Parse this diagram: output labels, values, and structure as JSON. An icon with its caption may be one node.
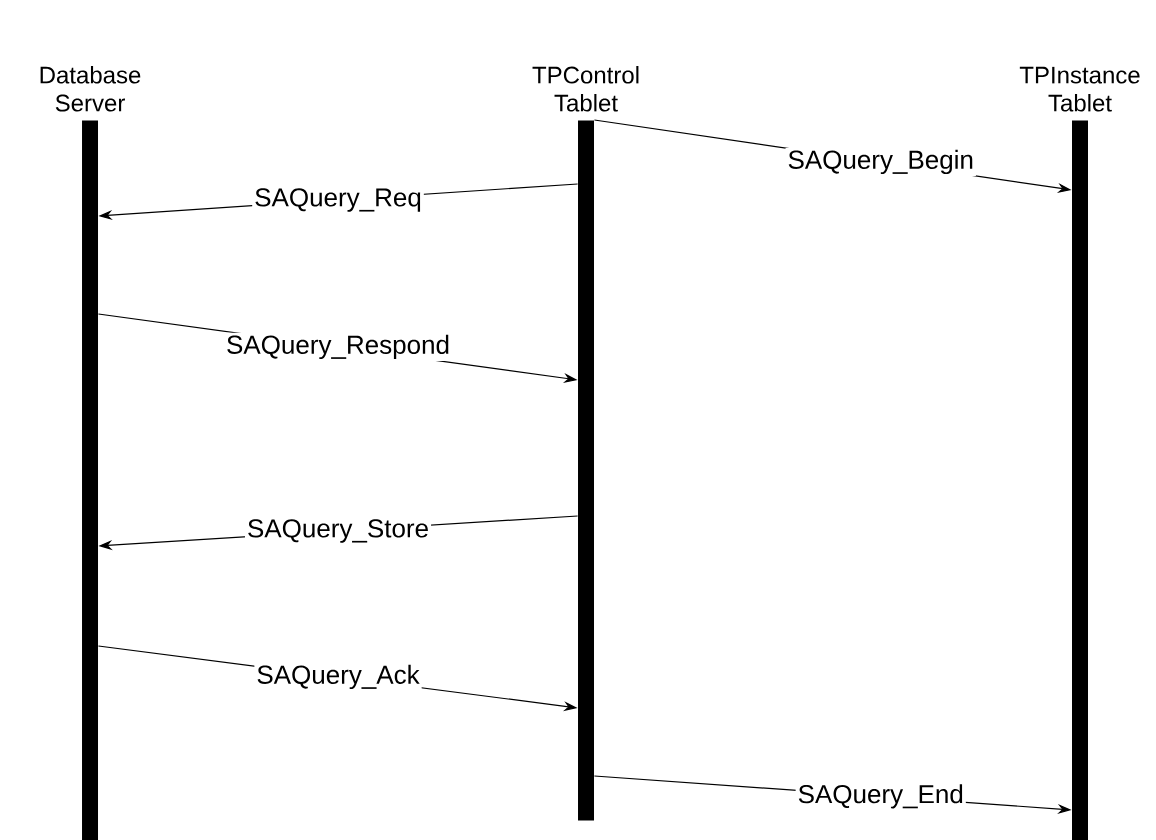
{
  "diagram": {
    "nodes": [
      {
        "text": [
          "Database Server"
        ]
      },
      {
        "text": [
          "TPControl Tablet"
        ]
      },
      {
        "text": [
          "TPInstance Tablet"
        ]
      }
    ],
    "edges": [
      {
        "from": 1,
        "to": 2,
        "arrow": "to",
        "label": "SAQuery_Begin"
      },
      {
        "from": 1,
        "to": 0,
        "arrow": "to",
        "label": "SAQuery_Req"
      },
      {
        "from": 0,
        "to": 1,
        "arrow": "to",
        "label": "SAQuery_Respond"
      },
      {
        "from": 1,
        "to": 0,
        "arrow": "to",
        "label": "SAQuery_Store"
      },
      {
        "from": 0,
        "to": 1,
        "arrow": "to",
        "label": "SAQuery_Ack"
      },
      {
        "from": 1,
        "to": 2,
        "arrow": "to",
        "label": "SAQuery_End"
      }
    ]
  }
}
